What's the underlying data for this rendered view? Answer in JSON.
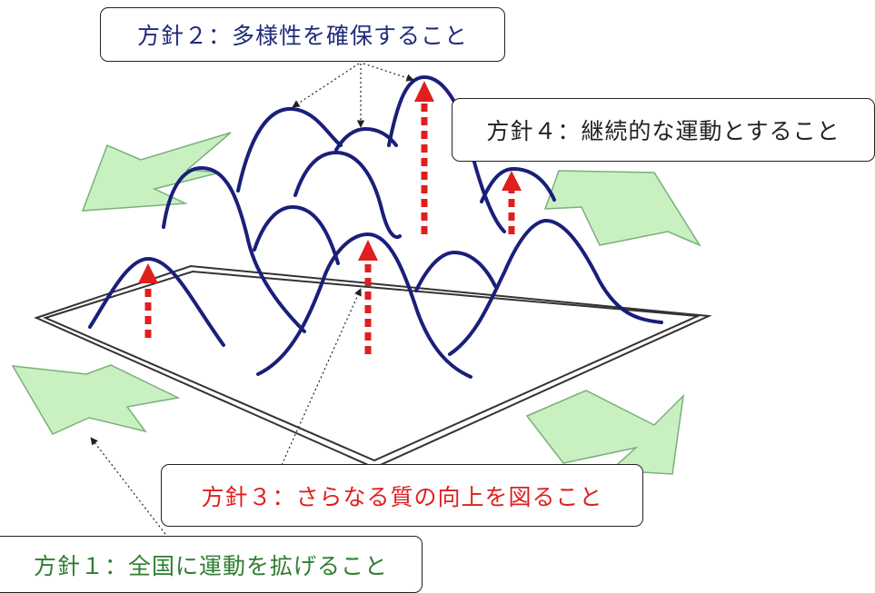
{
  "policies": {
    "p1": {
      "label": "方針１：全国に運動を拡げること",
      "color": "#2e7d32"
    },
    "p2": {
      "label": "方針２：多様性を確保すること",
      "color": "#1f2b7a"
    },
    "p3": {
      "label": "方針３：さらなる質の向上を図ること",
      "color": "#e01e1e"
    },
    "p4": {
      "label": "方針４：継続的な運動とすること",
      "color": "#222222"
    }
  },
  "colors": {
    "mountain_line": "#1a1f7a",
    "arrow_fill": "#c9f0c0",
    "arrow_stroke": "#7ab07a",
    "up_arrow": "#e01e1e",
    "plane_border": "#333333"
  }
}
